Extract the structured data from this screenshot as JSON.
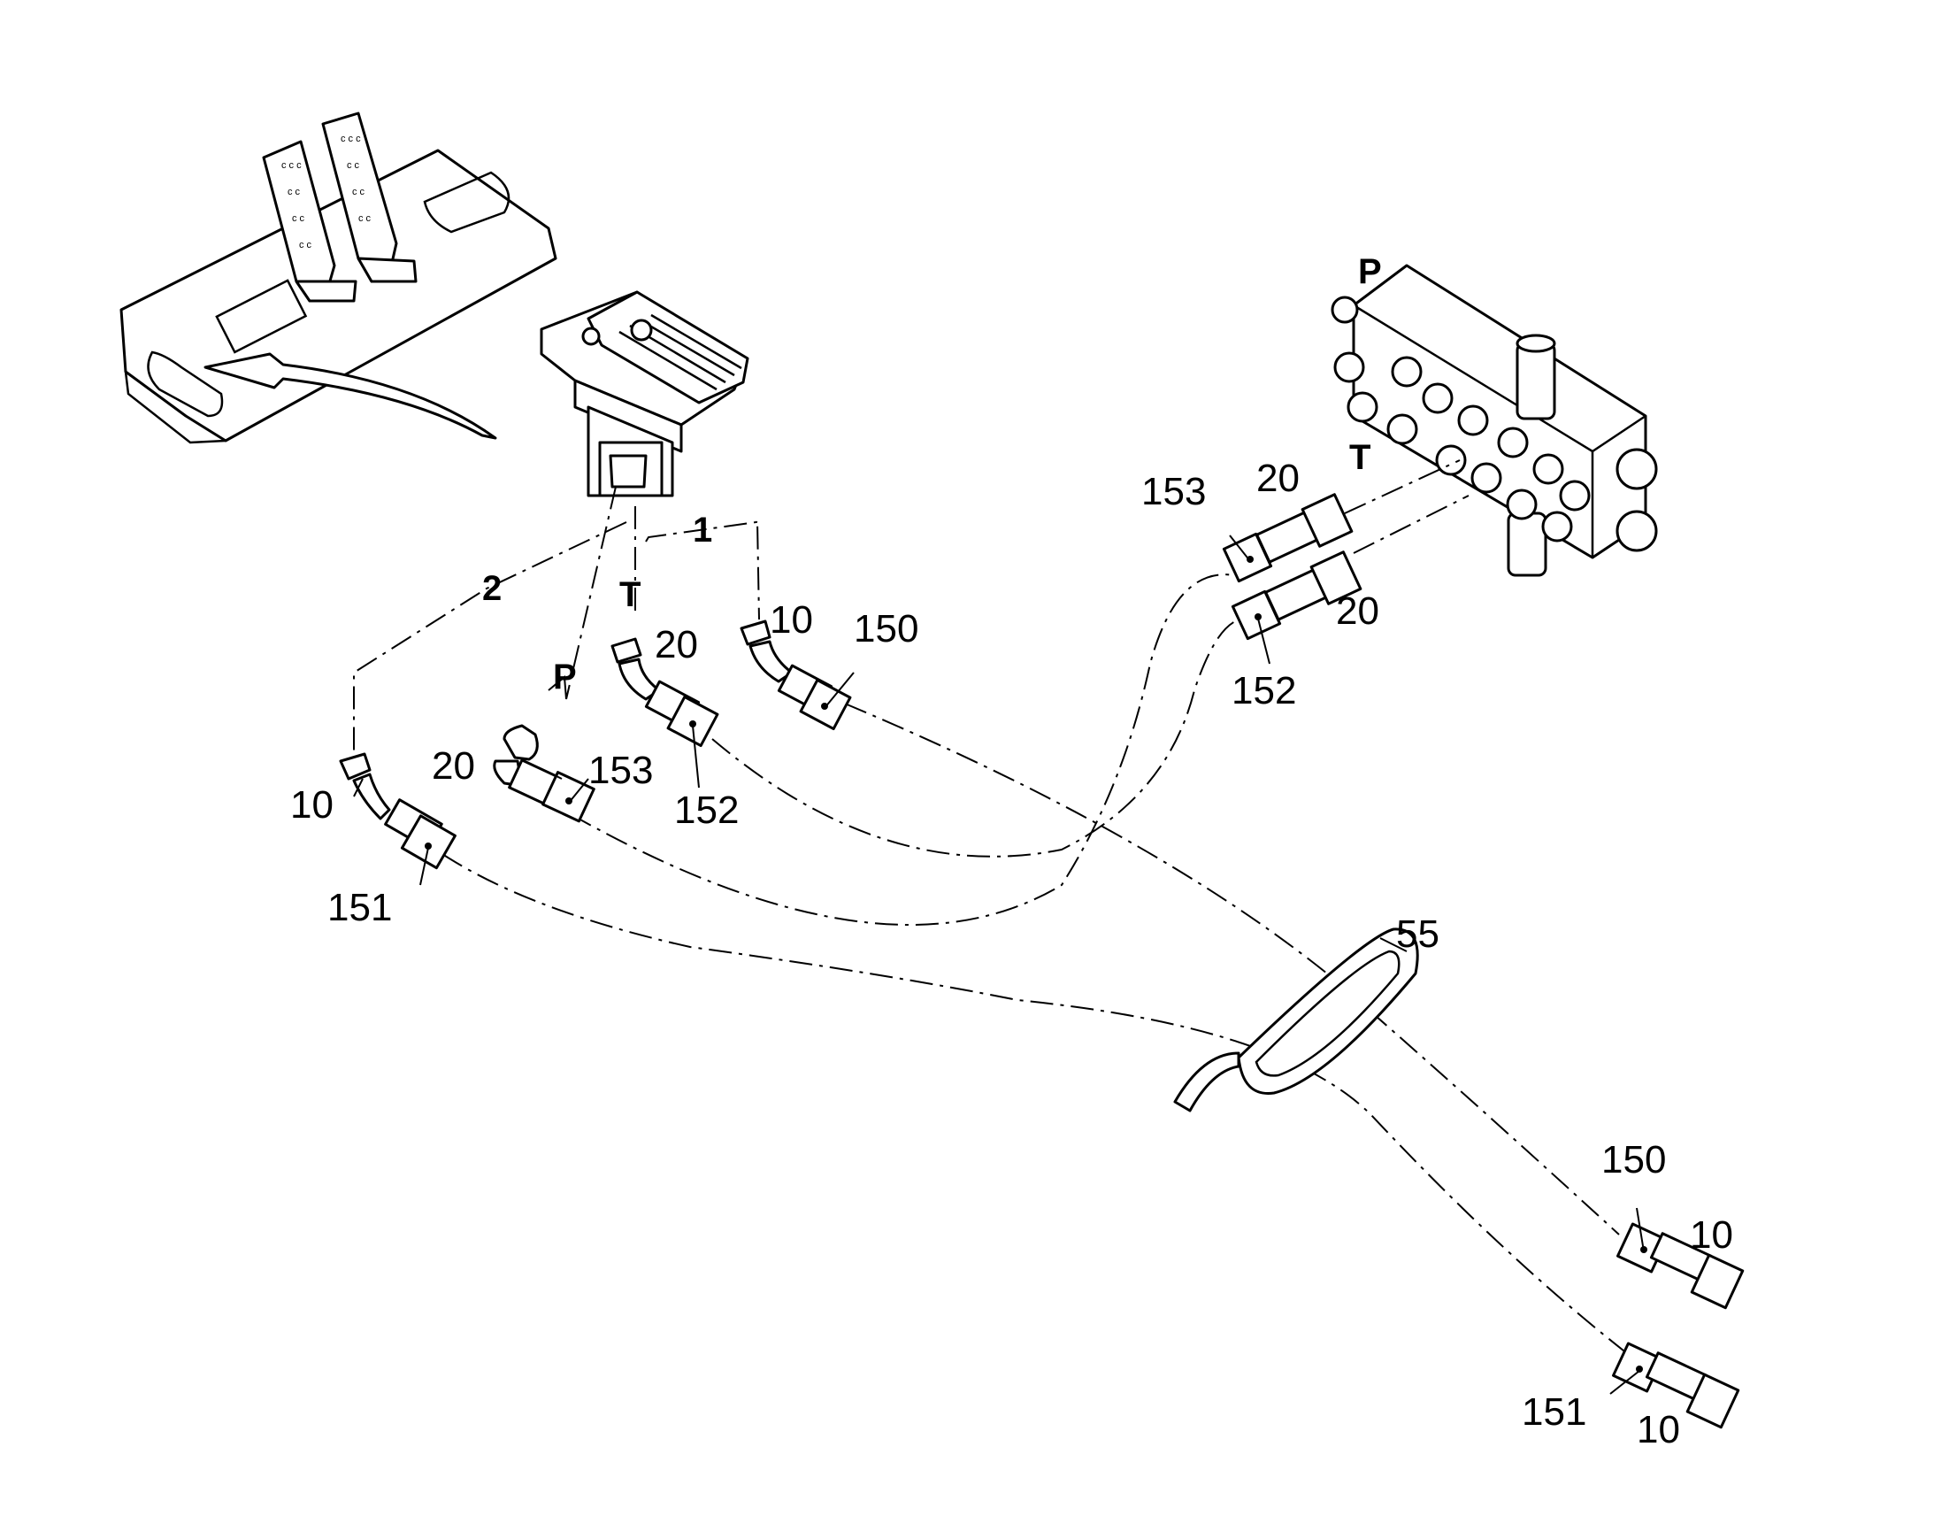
{
  "ports": {
    "p_valve": "P",
    "t_valve": "T",
    "p_manifold": "P",
    "t_manifold": "T"
  },
  "lines": {
    "line_1": "1",
    "line_2": "2"
  },
  "callouts": {
    "fitting_10_left": "10",
    "hose_151_left": "151",
    "fitting_20_p": "20",
    "hose_153_p": "153",
    "fitting_20_t": "20",
    "hose_152_t": "152",
    "fitting_10_mid": "10",
    "hose_150_mid": "150",
    "hose_153_manifold": "153",
    "fitting_20_manifold_top": "20",
    "fitting_20_manifold_bottom": "20",
    "hose_152_manifold": "152",
    "clamp_55": "55",
    "hose_150_end": "150",
    "fitting_10_end_top": "10",
    "hose_151_end": "151",
    "fitting_10_end_bottom": "10"
  }
}
